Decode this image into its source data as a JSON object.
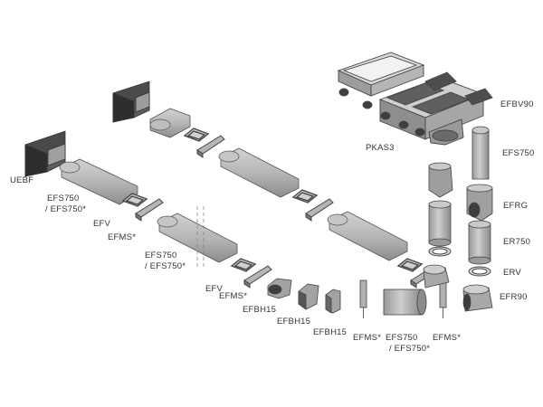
{
  "colors": {
    "background": "#ffffff",
    "part_light": "#c4c4c4",
    "part_mid": "#a9a9a9",
    "part_dark": "#6f6f6f",
    "part_outline": "#444444",
    "label_text": "#333333"
  },
  "labels": {
    "uebf": "UEBF",
    "efs750_1": "EFS750",
    "efs750_1_alt": "/ EFS750*",
    "efv_1": "EFV",
    "efms_1": "EFMS*",
    "efs750_2": "EFS750",
    "efs750_2_alt": "/ EFS750*",
    "efv_2": "EFV",
    "efms_2": "EFMS*",
    "efbh15_1": "EFBH15",
    "efbh15_2": "EFBH15",
    "efbh15_3": "EFBH15",
    "efms_3": "EFMS*",
    "efs750_3": "EFS750",
    "efs750_3_alt": "/ EFS750*",
    "efms_4": "EFMS*",
    "pkas3": "PKAS3",
    "efbv90": "EFBV90",
    "efs750_right": "EFS750",
    "efrg": "EFRG",
    "er750": "ER750",
    "erv": "ERV",
    "efr90": "EFR90"
  }
}
